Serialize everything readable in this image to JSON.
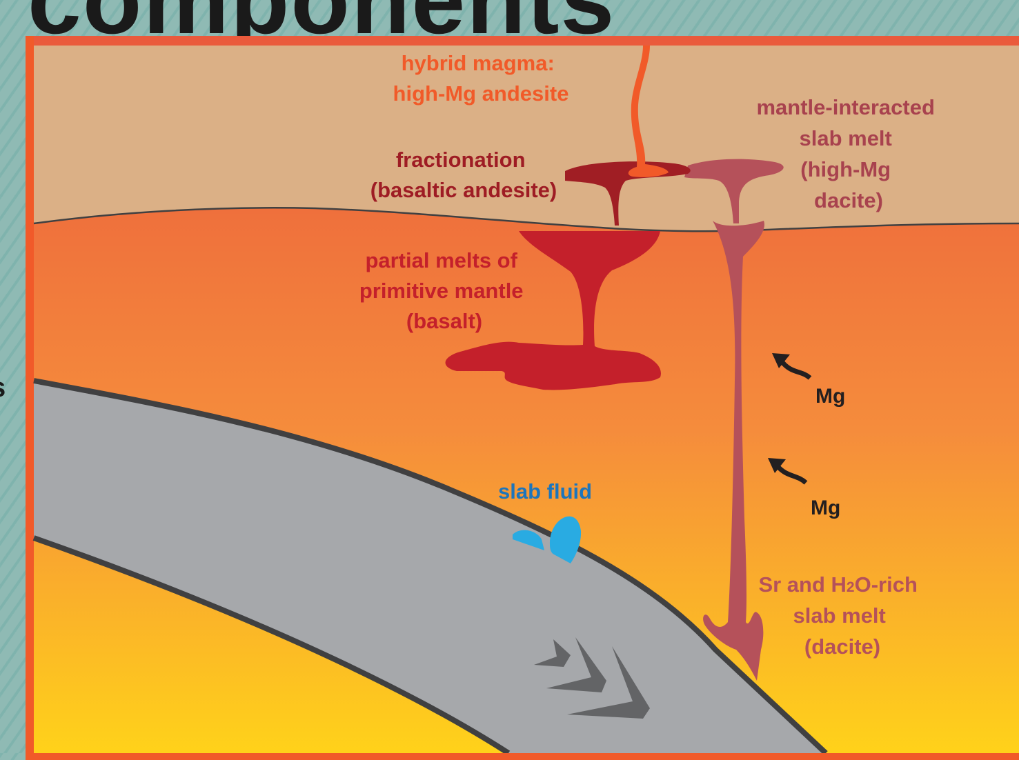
{
  "title_fragment": "components",
  "left_edge_glyph": "s",
  "labels": {
    "hybrid_magma": [
      "hybrid magma:",
      "high-Mg andesite"
    ],
    "fractionation": [
      "fractionation",
      "(basaltic andesite)"
    ],
    "mantle_interacted": [
      "mantle-interacted",
      "slab melt",
      "(high-Mg",
      "dacite)"
    ],
    "partial_melts": [
      "partial melts of",
      "primitive mantle",
      "(basalt)"
    ],
    "mg_upper": "Mg",
    "mg_lower": "Mg",
    "slab_fluid": "slab fluid",
    "slab_melt": {
      "line1_prefix": "Sr and H",
      "line1_subscript": "2",
      "line1_suffix": "O-rich",
      "line2": "slab melt",
      "line3": "(dacite)"
    }
  },
  "colors": {
    "frame": "#f15a29",
    "crust": "#dbb086",
    "mantle_top": "#ea5a3c",
    "mantle_mid": "#f58c3c",
    "mantle_bottom": "#ffd21a",
    "slab": "#a6a8ab",
    "slab_outline": "#404041",
    "basalt_melt": "#c4202b",
    "andesite": "#a01e24",
    "dacite_melt": "#b5515a",
    "hybrid_magma": "#f15a29",
    "fluid": "#29abe2",
    "arrow": "#231f20",
    "chevron": "#636466",
    "label_orange": "#f15a29",
    "label_darkred": "#9e1c24",
    "label_red": "#c4202b",
    "label_mauve": "#a8424e",
    "label_mauve_light": "#b5515a",
    "label_blue": "#1c75bc",
    "label_black": "#231f20"
  }
}
